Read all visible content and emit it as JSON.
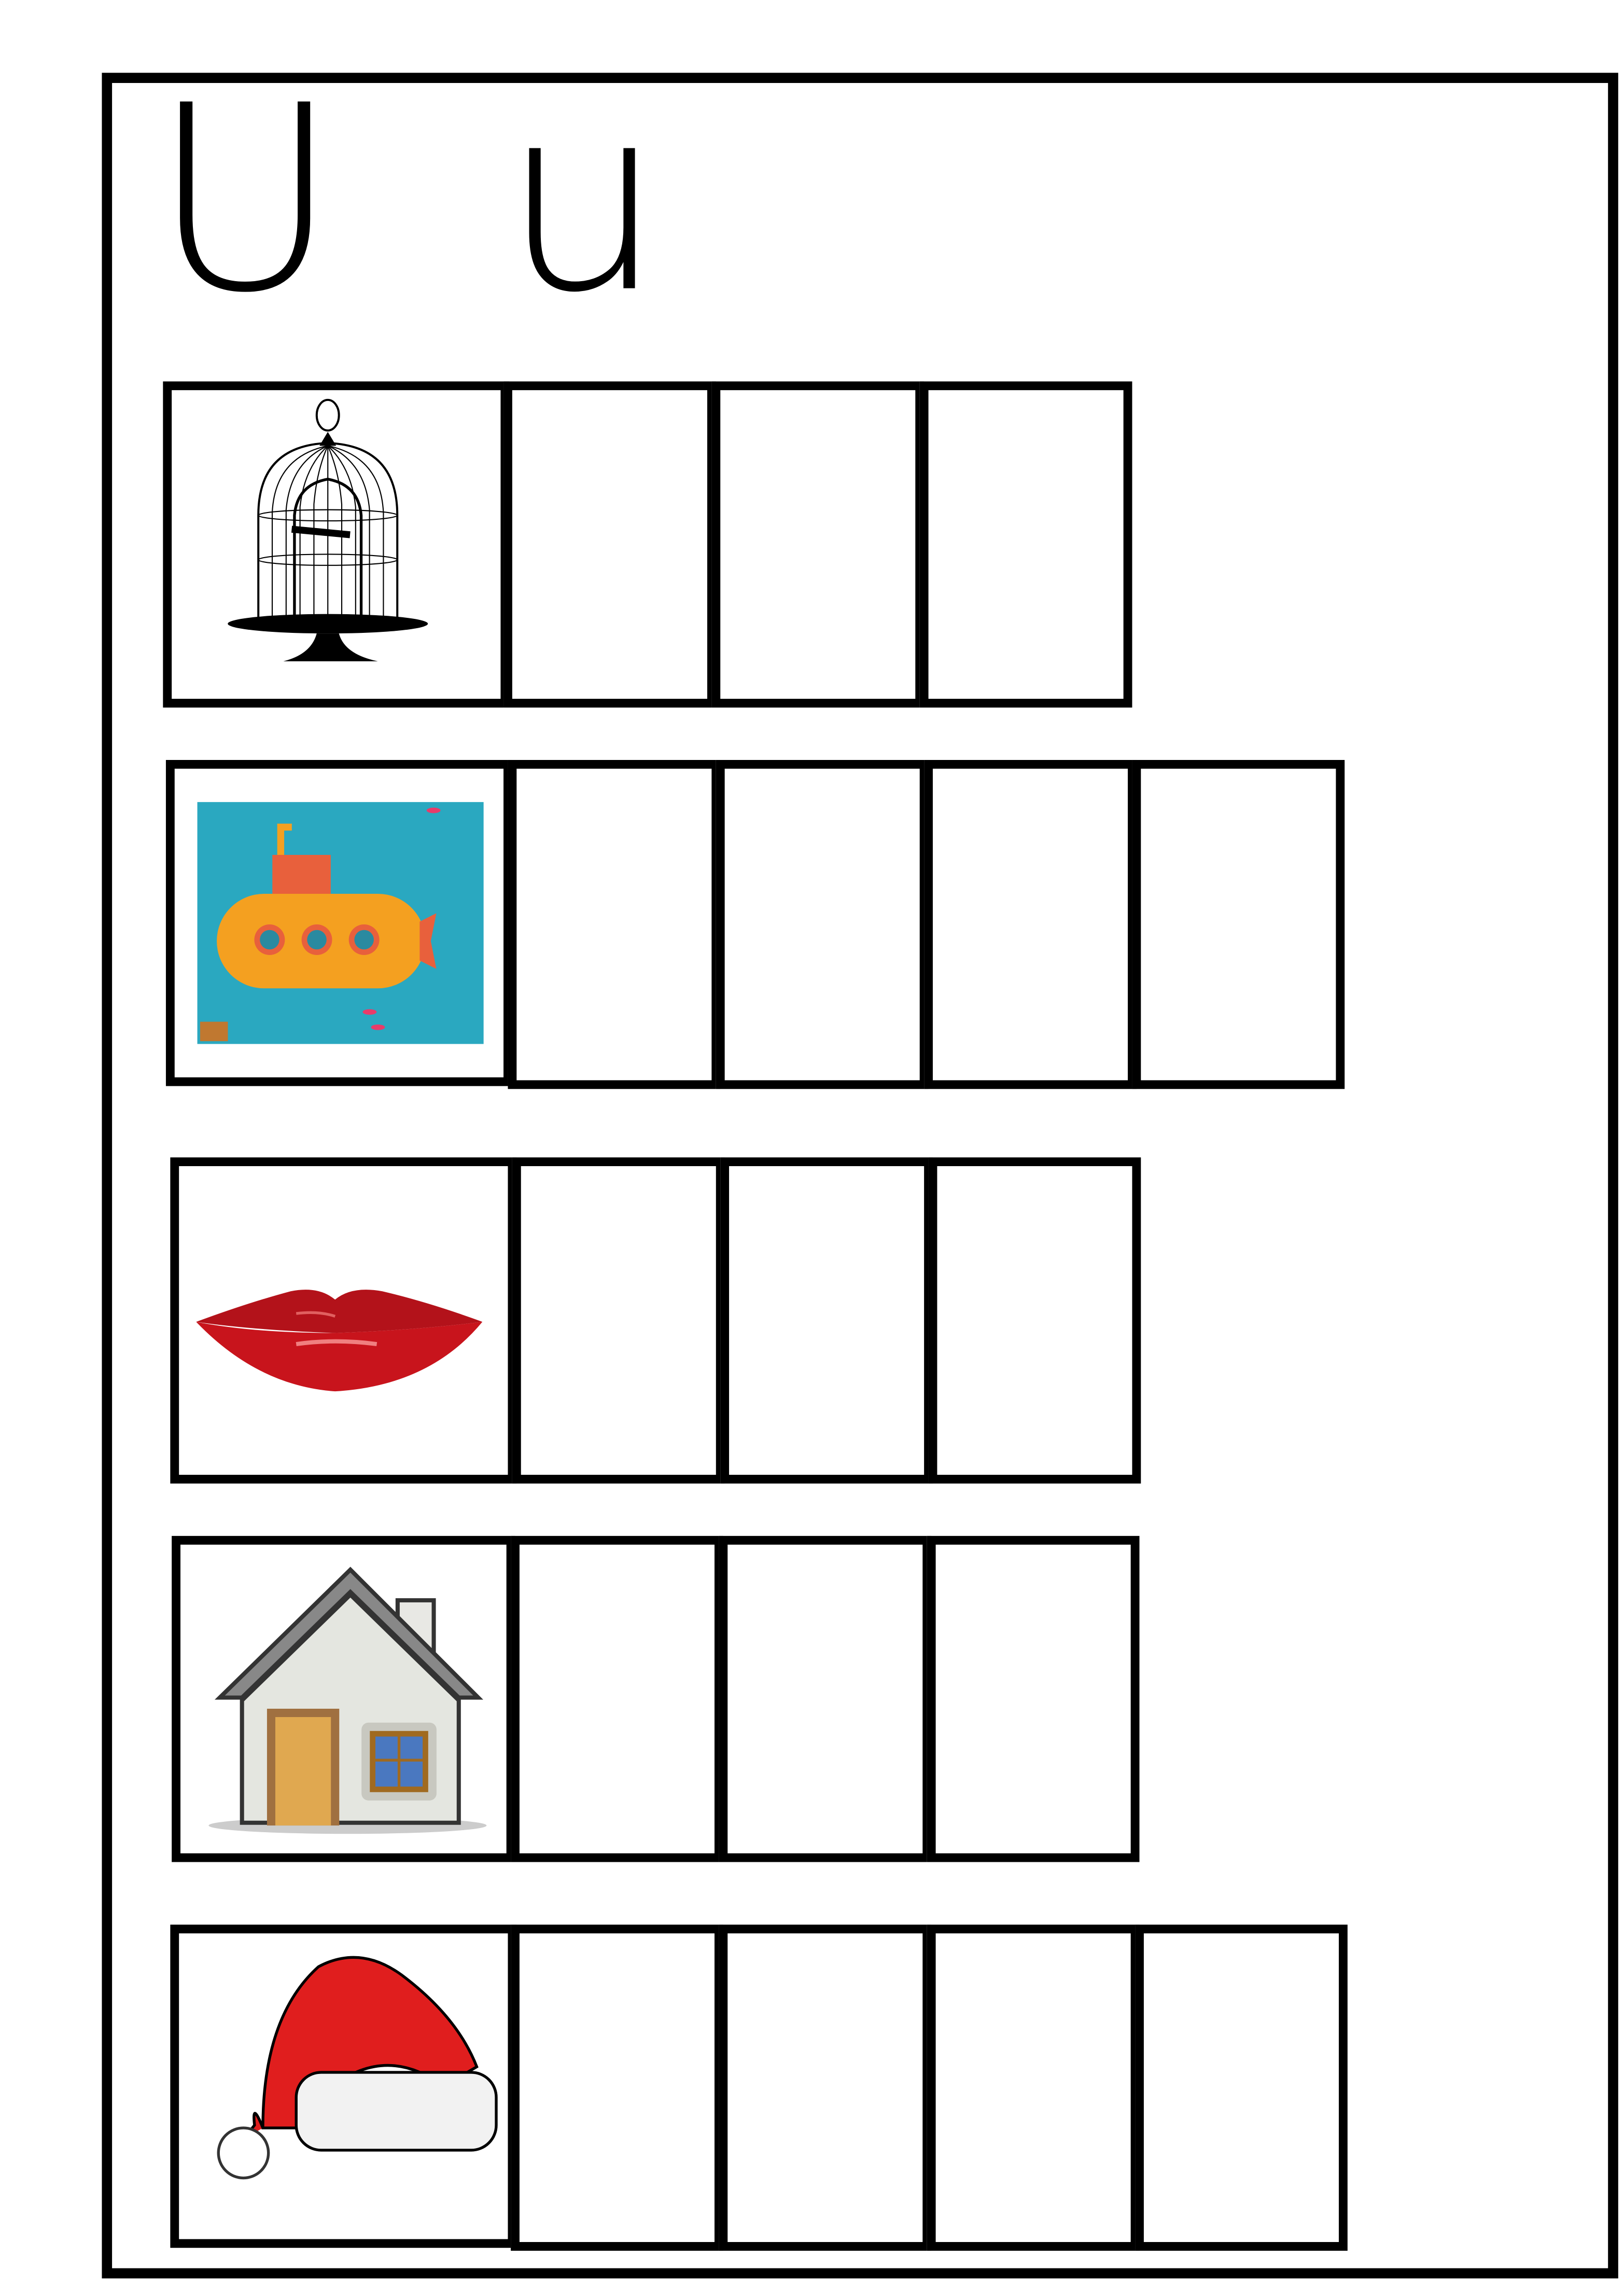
{
  "worksheet": {
    "letters": "U  u",
    "rows": [
      {
        "picture": "birdcage-icon",
        "cells": 3
      },
      {
        "picture": "submarine-icon",
        "cells": 4
      },
      {
        "picture": "lips-icon",
        "cells": 3
      },
      {
        "picture": "house-icon",
        "cells": 3
      },
      {
        "picture": "santa-hat-icon",
        "cells": 4
      }
    ]
  }
}
